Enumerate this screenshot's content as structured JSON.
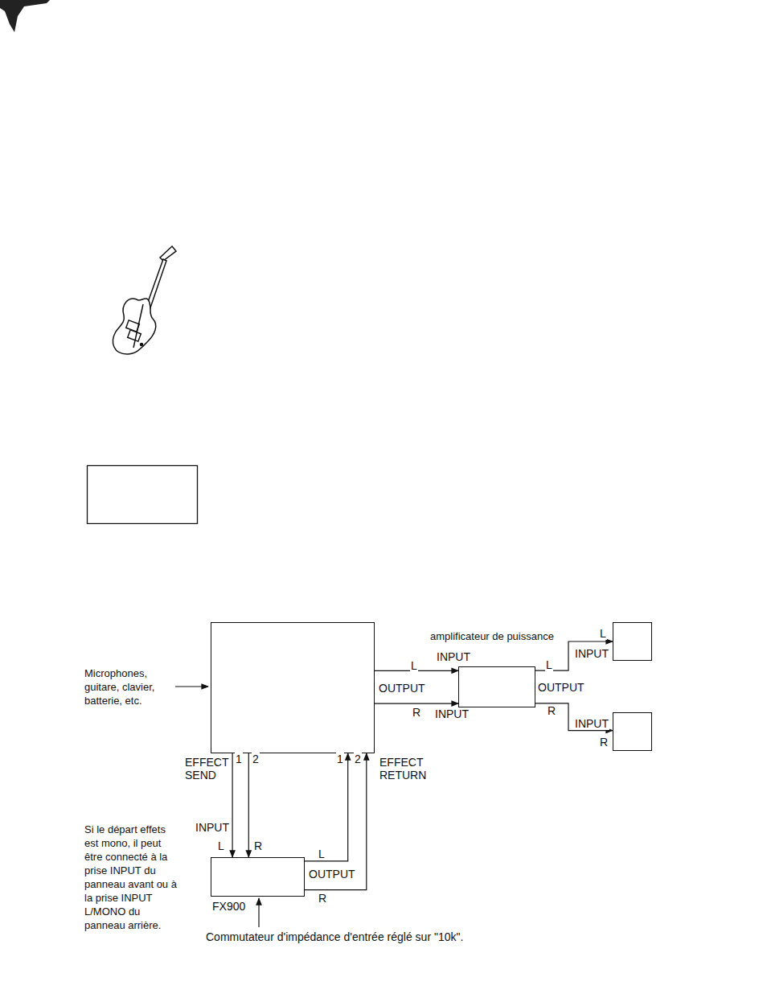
{
  "diagram": {
    "nodes": [
      {
        "text": [
          "OUTPUT"
        ]
      },
      {
        "text": [
          "amplificateur de puissance"
        ]
      },
      {
        "text": [
          "INPUT"
        ]
      },
      {
        "text": [
          "INPUT"
        ]
      },
      {
        "text": [
          "FX900"
        ]
      }
    ],
    "edges": [
      {
        "from": 0,
        "to": 1,
        "arrow": "to"
      },
      {
        "from": 0,
        "to": 1,
        "arrow": "to"
      },
      {
        "from": 1,
        "to": 2,
        "arrow": "to"
      },
      {
        "from": 1,
        "to": 3,
        "arrow": "to"
      },
      {
        "from": 0,
        "to": 4,
        "arrow": "to"
      },
      {
        "from": 0,
        "to": 4,
        "arrow": "to"
      },
      {
        "from": 4,
        "to": 0,
        "arrow": "to"
      },
      {
        "from": 4,
        "to": 0,
        "arrow": "to"
      }
    ],
    "labels": [
      "Microphones, guitare, clavier, batterie, etc.",
      "L",
      "INPUT",
      "R",
      "INPUT",
      "OUTPUT",
      "L",
      "R",
      "L",
      "R",
      "EFFECT SEND",
      "1",
      "2",
      "1",
      "2",
      "EFFECT RETURN",
      "INPUT",
      "L",
      "R",
      "L",
      "OUTPUT",
      "R",
      "Si le départ effets est mono, il peut être connecté à la prise INPUT du panneau avant ou à la prise INPUT L/MONO du panneau arrière.",
      "Commutateur d'impédance d'entrée réglé sur \"10k\"."
    ]
  }
}
